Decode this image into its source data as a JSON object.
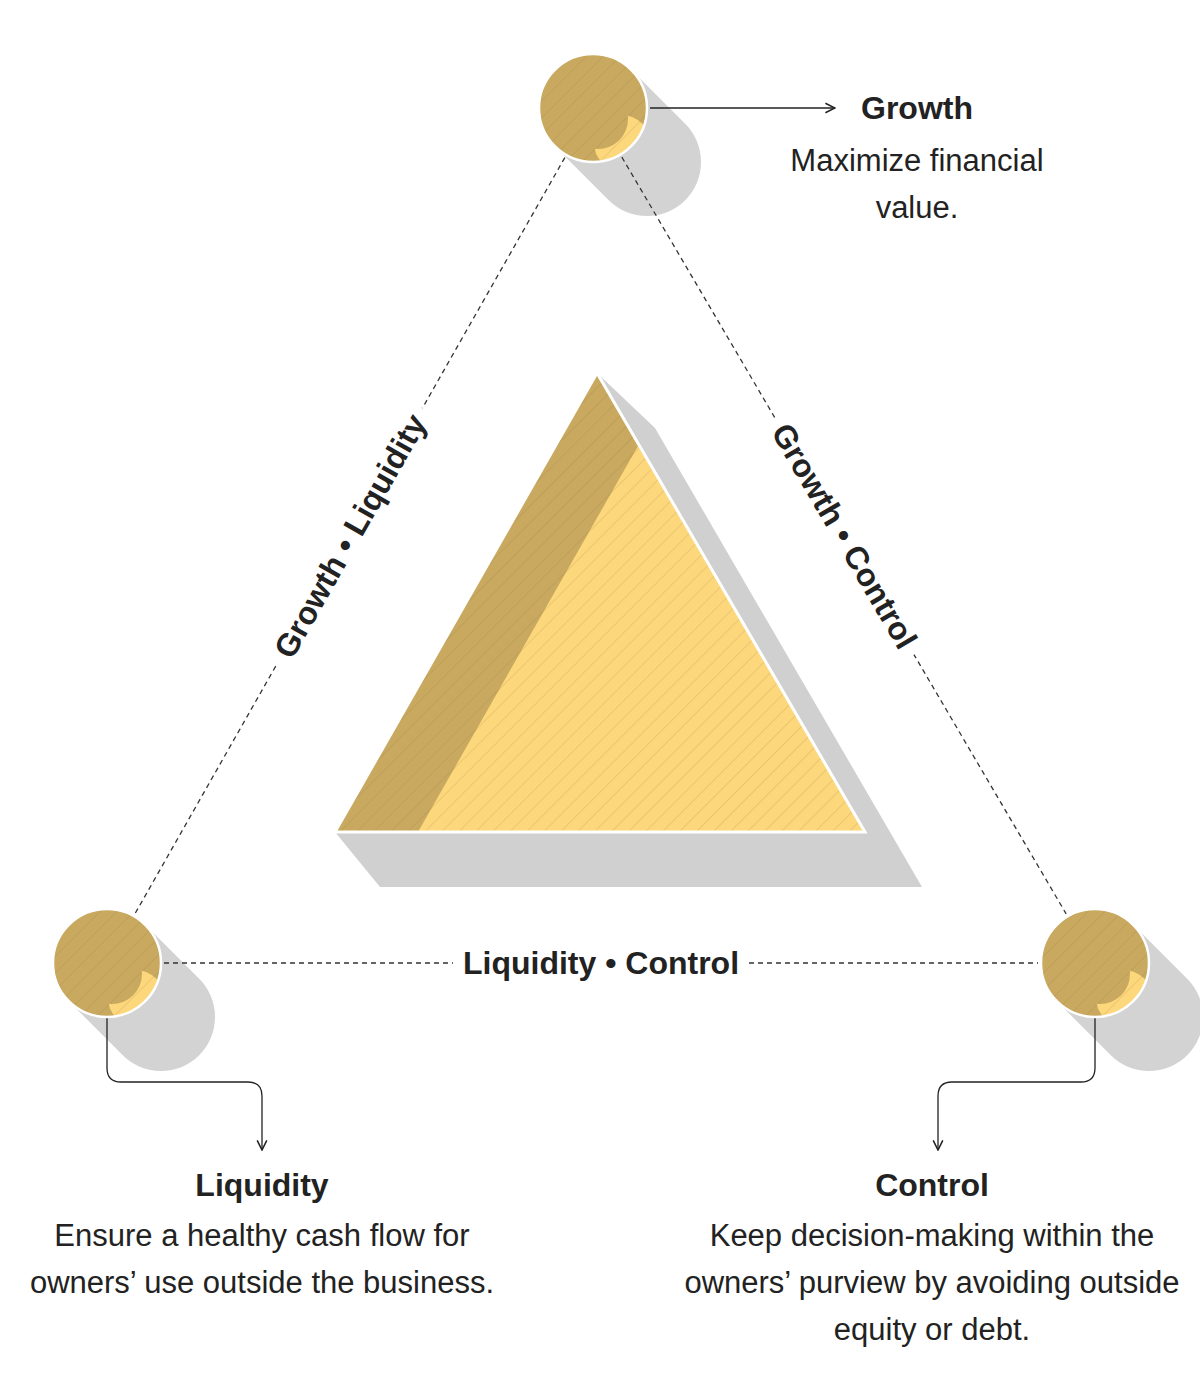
{
  "diagram": {
    "nodes": [
      {
        "text": [
          "Growth",
          "Maximize financial value."
        ]
      },
      {
        "text": [
          "Liquidity",
          "Ensure a healthy cash flow for owners’ use outside the business."
        ]
      },
      {
        "text": [
          "Control",
          "Keep decision-making within the owners’ purview by avoiding outside equity or debt."
        ]
      }
    ],
    "edges": [
      {
        "from": 0,
        "to": 1,
        "label": "Growth • Liquidity",
        "arrow": "none"
      },
      {
        "from": 0,
        "to": 2,
        "label": "Growth • Control",
        "arrow": "none"
      },
      {
        "from": 1,
        "to": 2,
        "label": "Liquidity • Control",
        "arrow": "none"
      }
    ]
  }
}
